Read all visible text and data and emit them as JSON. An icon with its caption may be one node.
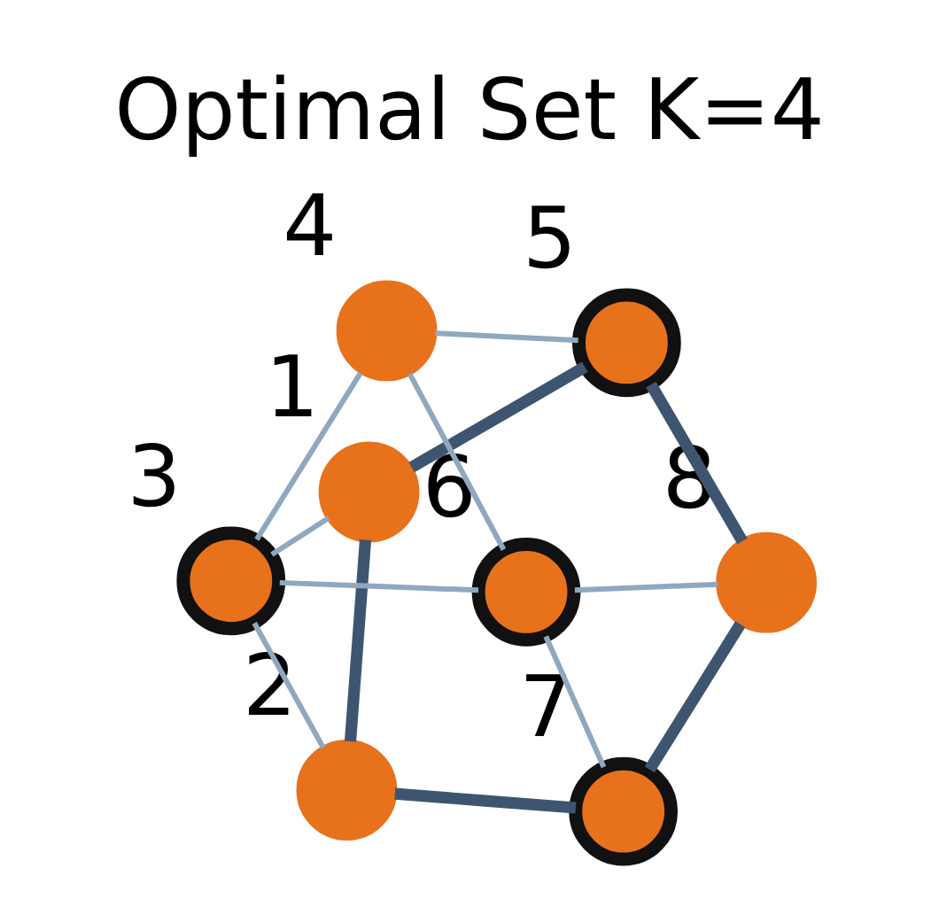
{
  "diagram": {
    "title": "Optimal Set K=4",
    "nodes": [
      {
        "text": [],
        "shape": "circle",
        "beside": [
          "1"
        ]
      },
      {
        "text": [],
        "shape": "circle",
        "beside": [
          "2"
        ]
      },
      {
        "text": [],
        "shape": "circle",
        "beside": [
          "3"
        ]
      },
      {
        "text": [],
        "shape": "circle",
        "beside": [
          "4"
        ]
      },
      {
        "text": [],
        "shape": "circle",
        "beside": [
          "5"
        ]
      },
      {
        "text": [],
        "shape": "circle",
        "beside": [
          "6"
        ]
      },
      {
        "text": [],
        "shape": "circle",
        "beside": [
          "7"
        ]
      },
      {
        "text": [],
        "shape": "circle",
        "beside": [
          "8"
        ]
      }
    ],
    "edges": [
      {
        "from": 0,
        "to": 1,
        "arrow": "none",
        "style": "thick",
        "color": "#3e5570"
      },
      {
        "from": 0,
        "to": 4,
        "arrow": "none",
        "style": "thick",
        "color": "#3e5570"
      },
      {
        "from": 0,
        "to": 2,
        "arrow": "none"
      },
      {
        "from": 1,
        "to": 2,
        "arrow": "none"
      },
      {
        "from": 1,
        "to": 6,
        "arrow": "none",
        "style": "thick",
        "color": "#3e5570"
      },
      {
        "from": 2,
        "to": 3,
        "arrow": "none"
      },
      {
        "from": 3,
        "to": 4,
        "arrow": "none"
      },
      {
        "from": 2,
        "to": 5,
        "arrow": "none"
      },
      {
        "from": 3,
        "to": 5,
        "arrow": "none"
      },
      {
        "from": 5,
        "to": 6,
        "arrow": "none"
      },
      {
        "from": 5,
        "to": 7,
        "arrow": "none"
      },
      {
        "from": 6,
        "to": 7,
        "arrow": "none",
        "style": "thick",
        "color": "#3e5570"
      },
      {
        "from": 4,
        "to": 7,
        "arrow": "none",
        "style": "thick",
        "color": "#3e5570"
      }
    ]
  }
}
